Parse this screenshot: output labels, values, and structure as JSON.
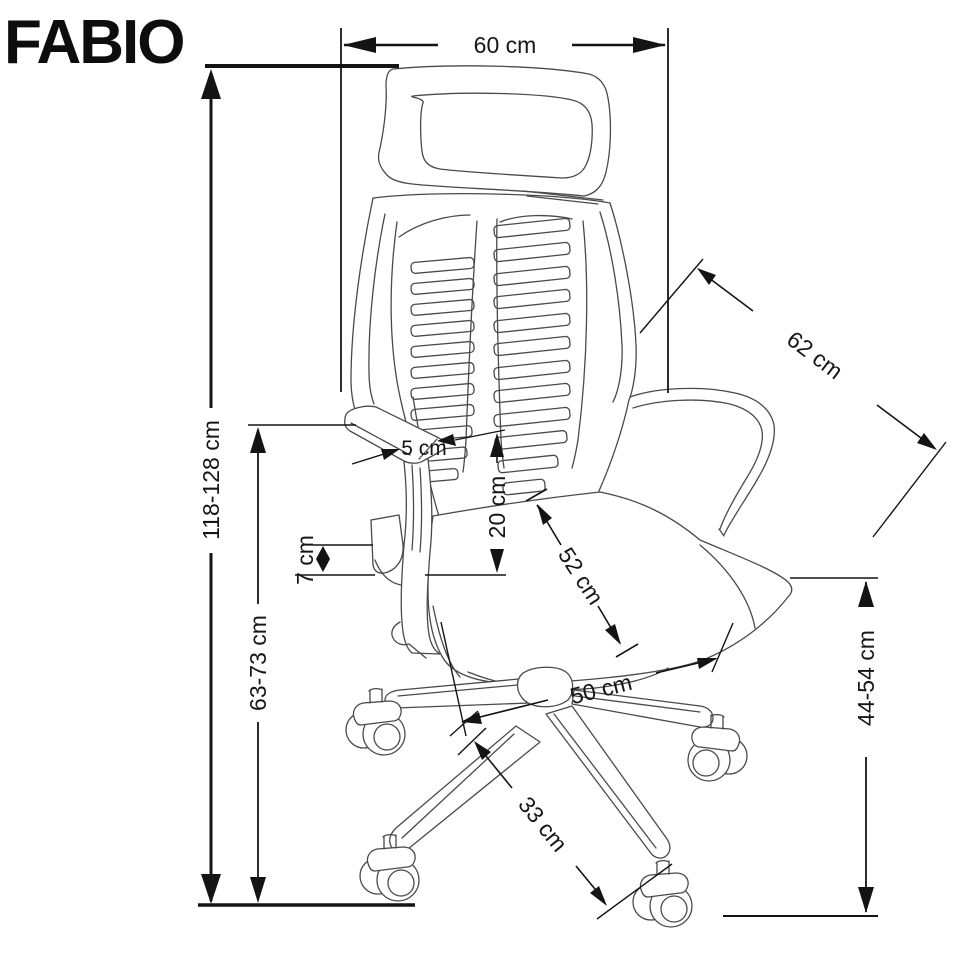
{
  "title": "FABIO",
  "dimensions": {
    "width_top": "60 cm",
    "back_diagonal": "62 cm",
    "height_total": "118-128 cm",
    "height_armrest": "63-73 cm",
    "armrest_offset": "5 cm",
    "armrest_above_seat": "20 cm",
    "armrest_range": "7 cm",
    "seat_depth": "52 cm",
    "seat_width": "50 cm",
    "leg_length": "33 cm",
    "seat_height": "44-54 cm"
  },
  "style": {
    "background": "#ffffff",
    "line_color": "#4a4a4a",
    "dimension_color": "#141414"
  }
}
